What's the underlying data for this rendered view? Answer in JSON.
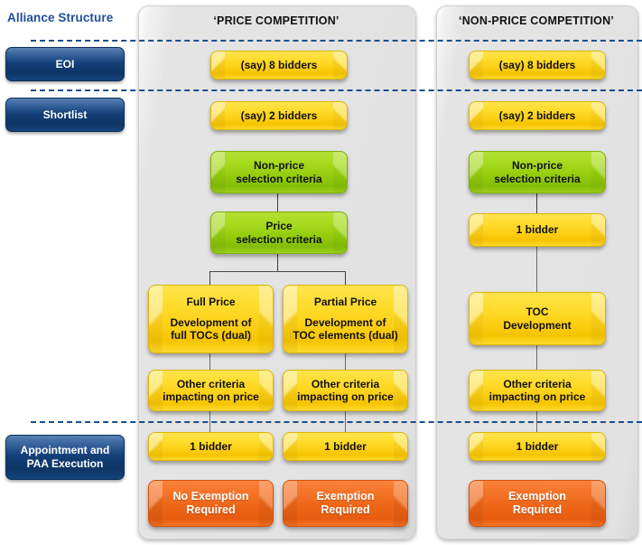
{
  "rail": {
    "title": "Alliance Structure",
    "stages": [
      {
        "label": "EOI"
      },
      {
        "label": "Shortlist"
      },
      {
        "label_line1": "Appointment and",
        "label_line2": "PAA Execution"
      }
    ]
  },
  "colors": {
    "rail_title": "#1F4E9C",
    "rail_box": "#123D74",
    "panel_bg": "#E2E2E2",
    "dash_line": "#17508F",
    "yellow": "#FDD017",
    "green": "#93CC0B",
    "orange": "#ED6517",
    "connector": "#4A4A4A"
  },
  "panels": [
    {
      "id": "price-competition",
      "title": "‘PRICE COMPETITION’",
      "nodes": [
        {
          "id": "price-eoi-bidders",
          "color": "yellow",
          "lines": [
            "(say) 8 bidders"
          ]
        },
        {
          "id": "price-shortlist-bidders",
          "color": "yellow",
          "lines": [
            "(say) 2 bidders"
          ]
        },
        {
          "id": "price-nonprice-criteria",
          "color": "green",
          "lines": [
            "Non-price",
            "selection criteria"
          ]
        },
        {
          "id": "price-price-criteria",
          "color": "green",
          "lines": [
            "Price",
            "selection criteria"
          ]
        },
        {
          "id": "full-price",
          "color": "yellow",
          "lines": [
            "Full Price",
            "",
            "Development of",
            "full TOCs (dual)"
          ]
        },
        {
          "id": "partial-price",
          "color": "yellow",
          "lines": [
            "Partial Price",
            "",
            "Development of",
            "TOC elements (dual)"
          ]
        },
        {
          "id": "full-price-other-criteria",
          "color": "yellow",
          "lines": [
            "Other criteria",
            "impacting on price"
          ]
        },
        {
          "id": "partial-price-other-criteria",
          "color": "yellow",
          "lines": [
            "Other criteria",
            "impacting on price"
          ]
        },
        {
          "id": "full-price-one-bidder",
          "color": "yellow",
          "lines": [
            "1 bidder"
          ]
        },
        {
          "id": "partial-price-one-bidder",
          "color": "yellow",
          "lines": [
            "1 bidder"
          ]
        },
        {
          "id": "no-exemption-required",
          "color": "orange",
          "lines": [
            "No Exemption",
            "Required"
          ]
        },
        {
          "id": "exemption-required-partial",
          "color": "orange",
          "lines": [
            "Exemption",
            "Required"
          ]
        }
      ]
    },
    {
      "id": "non-price-competition",
      "title": "‘NON-PRICE COMPETITION’",
      "nodes": [
        {
          "id": "np-eoi-bidders",
          "color": "yellow",
          "lines": [
            "(say) 8 bidders"
          ]
        },
        {
          "id": "np-shortlist-bidders",
          "color": "yellow",
          "lines": [
            "(say) 2 bidders"
          ]
        },
        {
          "id": "np-nonprice-criteria",
          "color": "green",
          "lines": [
            "Non-price",
            "selection criteria"
          ]
        },
        {
          "id": "np-one-bidder-top",
          "color": "yellow",
          "lines": [
            "1 bidder"
          ]
        },
        {
          "id": "np-toc-development",
          "color": "yellow",
          "lines": [
            "TOC",
            "Development"
          ]
        },
        {
          "id": "np-other-criteria",
          "color": "yellow",
          "lines": [
            "Other criteria",
            "impacting on price"
          ]
        },
        {
          "id": "np-one-bidder-bottom",
          "color": "yellow",
          "lines": [
            "1 bidder"
          ]
        },
        {
          "id": "np-exemption-required",
          "color": "orange",
          "lines": [
            "Exemption",
            "Required"
          ]
        }
      ]
    }
  ]
}
